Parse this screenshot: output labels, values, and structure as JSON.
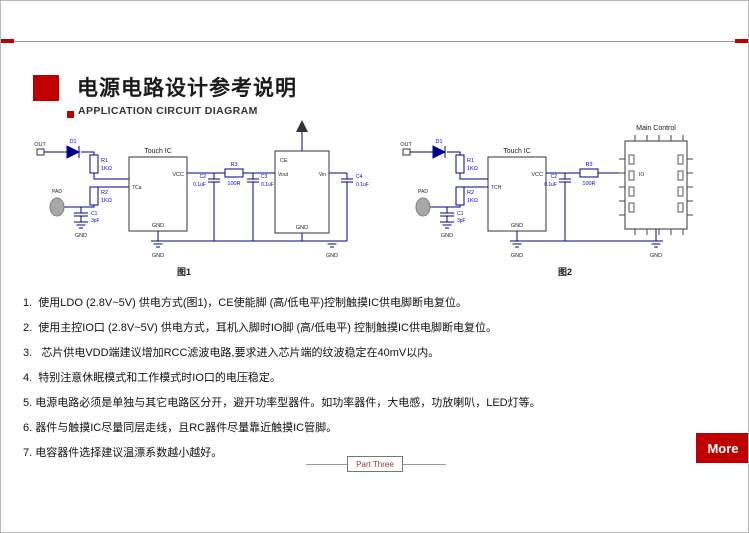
{
  "header": {
    "title": "电源电路设计参考说明",
    "subtitle": "APPLICATION CIRCUIT DIAGRAM"
  },
  "colors": {
    "accent_red": "#c00000",
    "circuit_navy": "#00008b",
    "component_label_blue": "#0000cc"
  },
  "figures": {
    "fig1": {
      "caption": "图1",
      "out": "OUT",
      "pad": "PAD",
      "d1": "D1",
      "r1": "R1",
      "r1_value": "1KΩ",
      "r2": "R2",
      "r2_value": "1KΩ",
      "c1": "C1",
      "c1_value": "3pF",
      "ic_name": "Touch IC",
      "pin_vcc": "VCC",
      "pin_tca": "TCa",
      "pin_gnd": "GND",
      "c2": "C2",
      "c2_value": "0.1uF",
      "r3": "R3",
      "r3_value": "100R",
      "c3": "C3",
      "c3_value": "0.1uF",
      "ldo_ce": "CE",
      "ldo_vout": "Vout",
      "ldo_vin": "Vin",
      "ldo_gnd": "GND",
      "c4": "C4",
      "c4_value": "0.1uF",
      "gnd": "GND"
    },
    "fig2": {
      "caption": "图2",
      "out": "OUT",
      "pad": "PAD",
      "d1": "D1",
      "r1": "R1",
      "r1_value": "1KΩ",
      "r2": "R2",
      "r2_value": "1KΩ",
      "c1": "C1",
      "c1_value": "3pF",
      "ic_name": "Touch IC",
      "pin_vcc": "VCC",
      "pin_tch": "TCH",
      "pin_gnd": "GND",
      "c2": "C2",
      "c2_value": "0.1uF",
      "r3": "R3",
      "r3_value": "100R",
      "mcu_name": "Main Control",
      "mcu_io": "IO",
      "gnd": "GND"
    }
  },
  "notes": [
    "1.  使用LDO (2.8V~5V) 供电方式(图1)，CE使能脚 (高/低电平)控制触摸IC供电脚断电复位。",
    "2.  使用主控IO口 (2.8V~5V) 供电方式，耳机入脚时IO脚 (高/低电平) 控制触摸IC供电脚断电复位。",
    "3.   芯片供电VDD端建议增加RCC滤波电路,要求进入芯片端的纹波稳定在40mV以内。",
    "4.  特别注意休眠模式和工作模式时IO口的电压稳定。",
    "5. 电源电路必须是单独与其它电路区分开，避开功率型器件。如功率器件，大电感，功放喇叭，LED灯等。",
    "6. 器件与触摸IC尽量同层走线，且RC器件尽量靠近触摸IC管脚。",
    "7. 电容器件选择建议温漂系数越小越好。"
  ],
  "footer": {
    "part_label": "Part Three",
    "more_label": "More"
  }
}
